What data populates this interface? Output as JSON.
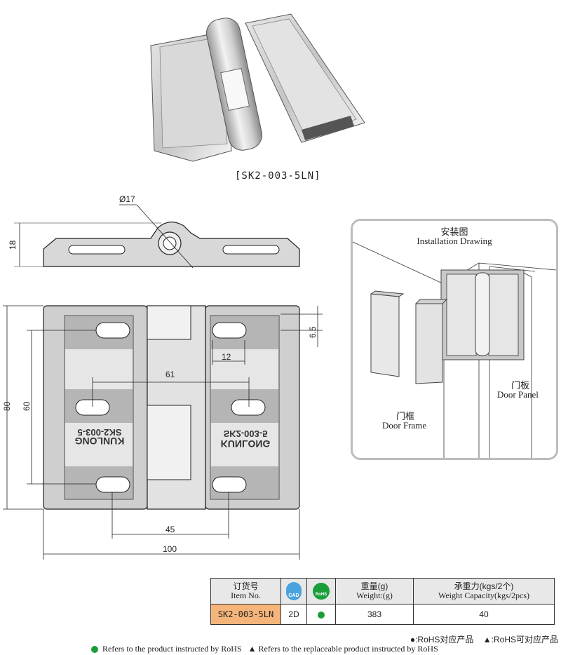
{
  "product": {
    "code_label": "[SK2-003-5LN]"
  },
  "dimensions": {
    "pin_diameter": "Ø17",
    "thickness": "18",
    "height_total": "80",
    "hole_pitch_vertical": "60",
    "slot_offset": "6.5",
    "slot_length": "12",
    "hole_pitch_horizontal": "61",
    "slot_center_spacing": "45",
    "width_total": "100"
  },
  "embossed": {
    "brand": "KUNLONG",
    "model": "SK2-003-5"
  },
  "installation": {
    "title_cn": "安装图",
    "title_en": "Installation Drawing",
    "door_panel_cn": "门板",
    "door_panel_en": "Door Panel",
    "door_frame_cn": "门框",
    "door_frame_en": "Door Frame"
  },
  "table": {
    "headers": {
      "item_cn": "订货号",
      "item_en": "Item No.",
      "cad_icon": "CAD",
      "rohs_icon": "RoHS",
      "weight_cn": "重量(g)",
      "weight_en": "Weight:(g)",
      "capacity_cn": "承重力(kgs/2个)",
      "capacity_en": "Weight Capacity(kgs/2pcs)"
    },
    "row": {
      "item": "SK2-003-5LN",
      "cad": "2D",
      "weight": "383",
      "capacity": "40"
    }
  },
  "notes": {
    "line1_a": "●:RoHS对应产品",
    "line1_b": "▲:RoHS可对应产品",
    "line2_a": "Refers to the product instructed by RoHS",
    "line2_b": "▲ Refers to the replaceable product instructed by RoHS"
  },
  "colors": {
    "highlight": "#f5b57a",
    "rohs_green": "#1a9e3a",
    "cad_blue": "#4aa3df"
  }
}
